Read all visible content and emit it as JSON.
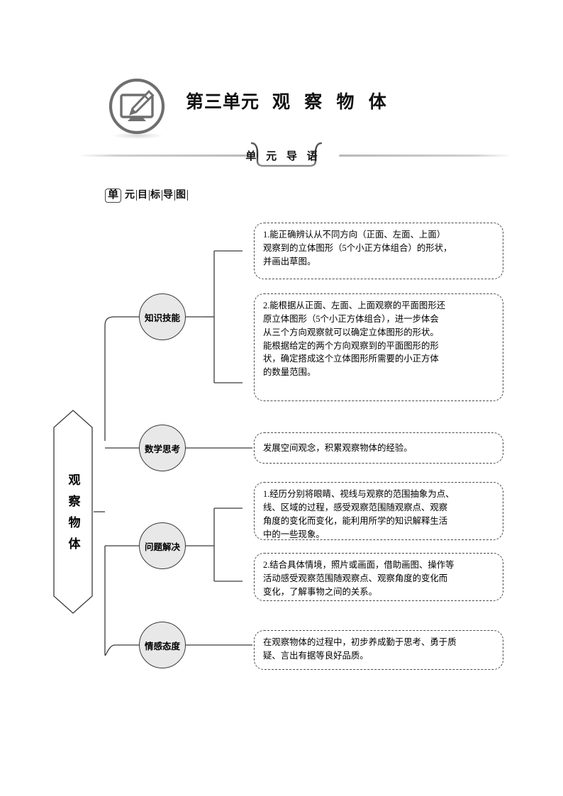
{
  "page": {
    "header": {
      "icon_name": "monitor-pencil-icon",
      "unit_label": "第三单元",
      "unit_topic": "观 察 物 体"
    },
    "section_banner": {
      "text": "单 元 导 语"
    },
    "goal_tag": {
      "boxed_char": "单",
      "chars": [
        "元",
        "目",
        "标",
        "导",
        "图"
      ]
    }
  },
  "mindmap": {
    "root": {
      "label": "观察物体"
    },
    "branches": [
      {
        "node": "知识技能",
        "boxes": [
          {
            "lines": [
              "1.能正确辨认从不同方向（正面、左面、上面）",
              "观察到的立体图形（5个小正方体组合）的形状，",
              "并画出草图。"
            ]
          },
          {
            "lines": [
              "2.能根据从正面、左面、上面观察的平面图形还",
              "原立体图形（5个小正方体组合），进一步体会",
              "从三个方向观察就可以确定立体图形的形状。",
              "能根据给定的两个方向观察到的平面图形的形",
              "状，确定搭成这个立体图形所需要的小正方体",
              "的数量范围。"
            ]
          }
        ]
      },
      {
        "node": "数学思考",
        "boxes": [
          {
            "lines": [
              "发展空间观念，积累观察物体的经验。"
            ]
          }
        ]
      },
      {
        "node": "问题解决",
        "boxes": [
          {
            "lines": [
              "1.经历分别将眼睛、视线与观察的范围抽象为点、",
              "线、区域的过程，感受观察范围随观察点、观察",
              "角度的变化而变化，能利用所学的知识解释生活",
              "中的一些现象。"
            ]
          },
          {
            "lines": [
              "2.结合具体情境，照片或画面，借助画图、操作等",
              "活动感受观察范围随观察点、观察角度的变化而",
              "变化，了解事物之间的关系。"
            ]
          }
        ]
      },
      {
        "node": "情感态度",
        "boxes": [
          {
            "lines": [
              "在观察物体的过程中，初步养成勤于思考、勇于质",
              "疑、言出有据等良好品质。"
            ]
          }
        ]
      }
    ]
  },
  "colors": {
    "node_fill": "#e8e8e8",
    "node_stroke": "#3a3a3a",
    "icon_gray": "#6f6f6f",
    "box_border": "#4a4a4a",
    "rule_gray": "#b8b8b8"
  }
}
